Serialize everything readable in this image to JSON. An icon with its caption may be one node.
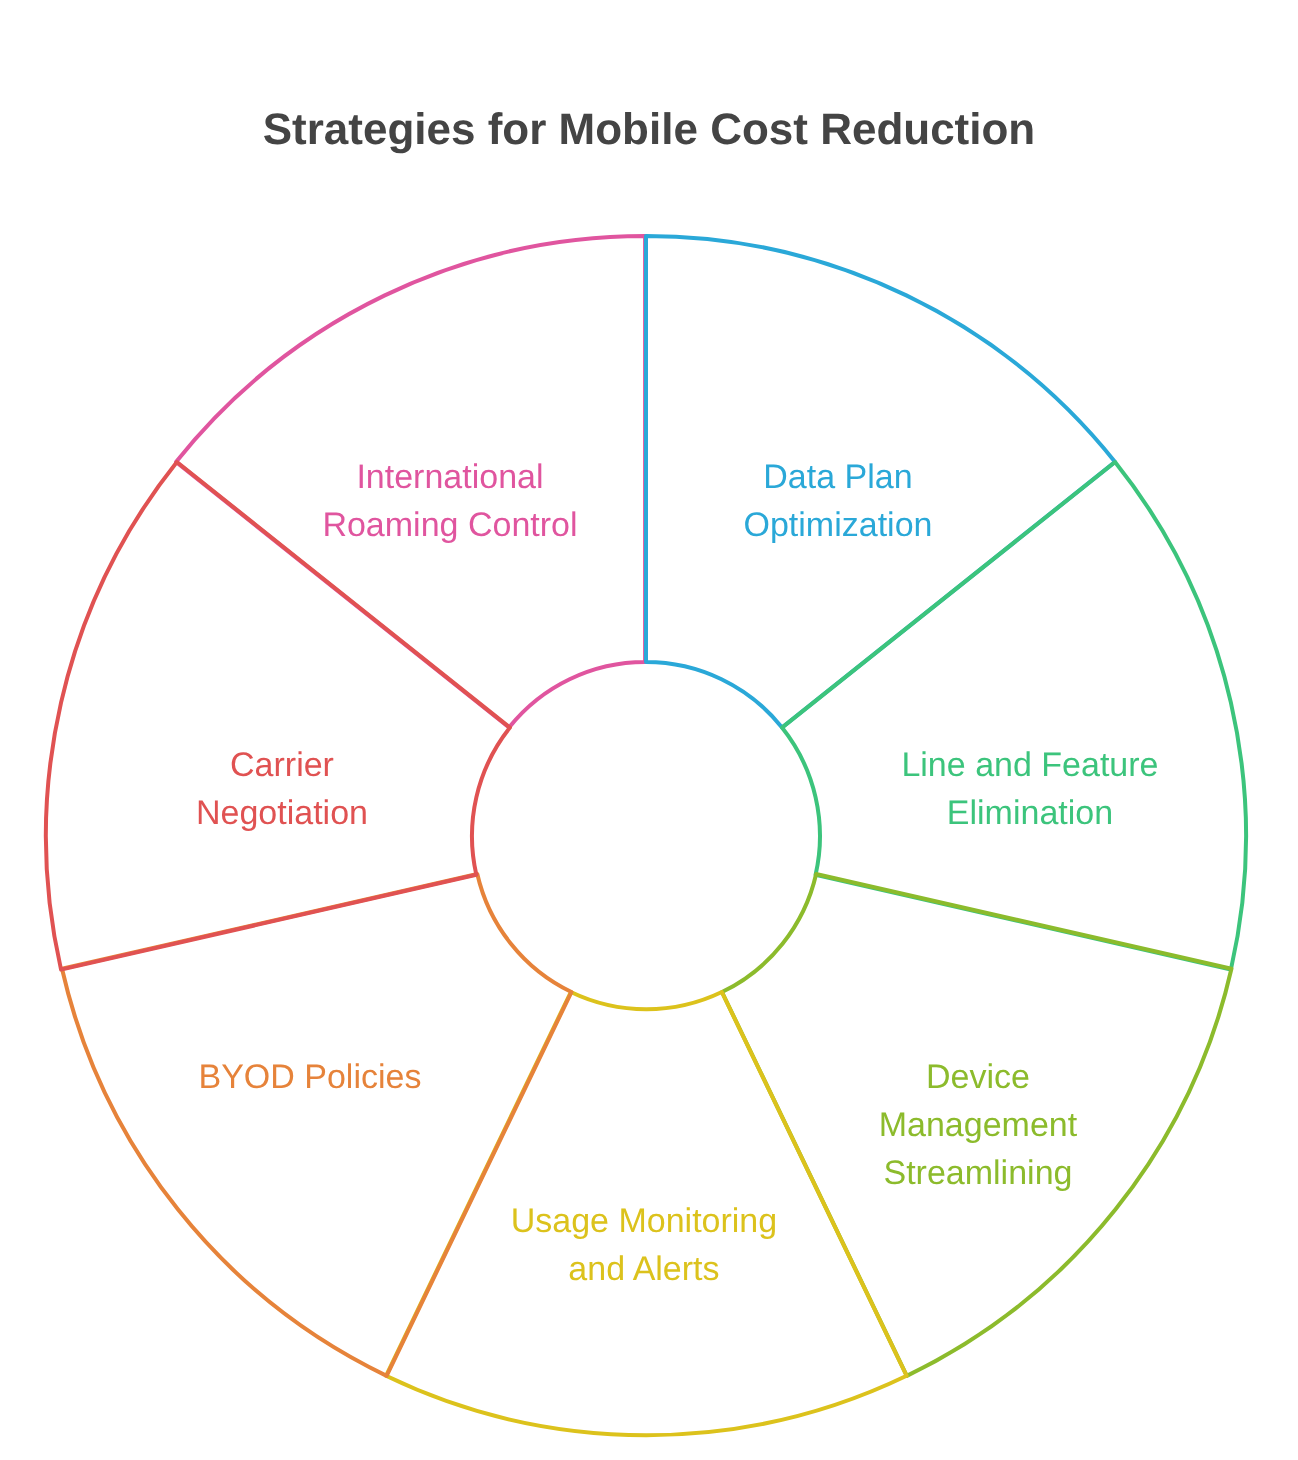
{
  "diagram": {
    "title": "Strategies for Mobile Cost Reduction",
    "nodes": [
      {
        "text": [
          "International Roaming Control"
        ]
      },
      {
        "text": [
          "Data Plan Optimization"
        ]
      },
      {
        "text": [
          "Line and Feature Elimination"
        ]
      },
      {
        "text": [
          "Device Management Streamlining"
        ]
      },
      {
        "text": [
          "Usage Monitoring and Alerts"
        ]
      },
      {
        "text": [
          "BYOD Policies"
        ]
      },
      {
        "text": [
          "Carrier Negotiation"
        ]
      }
    ]
  }
}
